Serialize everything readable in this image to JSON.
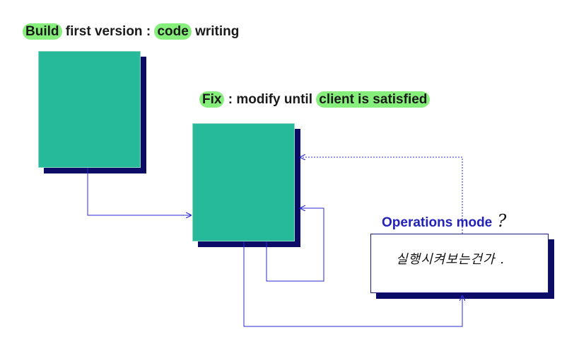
{
  "labels": {
    "build": {
      "w1": "Build",
      "w2": "first version",
      "w3": ":",
      "w4": "code",
      "w5": "writing"
    },
    "fix": {
      "w1": "Fix",
      "w2": ": modify until",
      "w3": "client is satisfied"
    },
    "operations": {
      "text": "Operations mode",
      "mark": "?"
    }
  },
  "operations_box_note": "실행시켜보는건가 .",
  "colors": {
    "teal_box": "#26b99a",
    "shadow": "#0c0c66",
    "highlight": "#86ee7a",
    "title_text": "#1a1a1a",
    "operations_text": "#2222bb",
    "arrow": "#2a2ad0"
  }
}
